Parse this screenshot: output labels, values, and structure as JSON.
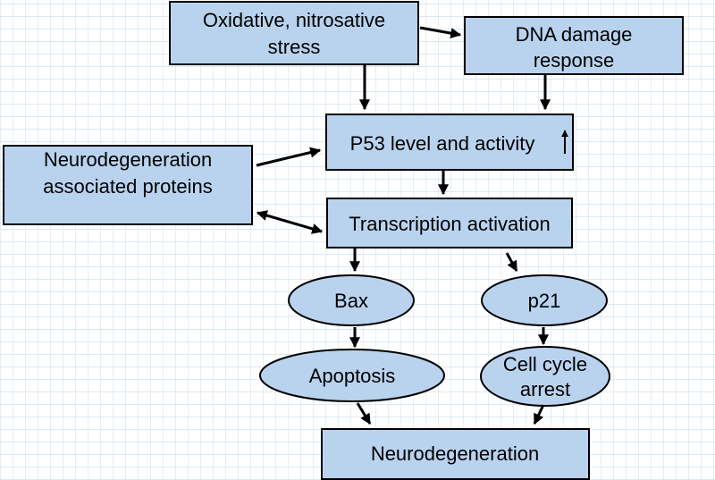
{
  "diagram": {
    "colors": {
      "fill": "#b9d3ef",
      "stroke": "#000000",
      "arrow": "#000000"
    },
    "nodes": {
      "oxidative_stress": {
        "lines": [
          "Oxidative, nitrosative",
          "stress"
        ],
        "shape": "rect"
      },
      "dna_damage": {
        "lines": [
          "DNA damage",
          "response"
        ],
        "shape": "rect"
      },
      "p53": {
        "lines": [
          "P53 level and activity"
        ],
        "shape": "rect",
        "indicator": "up-arrow"
      },
      "neuro_proteins": {
        "lines": [
          "Neurodegeneration",
          "associated proteins"
        ],
        "shape": "rect"
      },
      "transcription": {
        "lines": [
          "Transcription activation"
        ],
        "shape": "rect"
      },
      "bax": {
        "lines": [
          "Bax"
        ],
        "shape": "ellipse"
      },
      "p21": {
        "lines": [
          "p21"
        ],
        "shape": "ellipse"
      },
      "apoptosis": {
        "lines": [
          "Apoptosis"
        ],
        "shape": "ellipse"
      },
      "cell_cycle_arrest": {
        "lines": [
          "Cell cycle",
          "arrest"
        ],
        "shape": "ellipse"
      },
      "neurodegeneration": {
        "lines": [
          "Neurodegeneration"
        ],
        "shape": "rect"
      }
    },
    "edges": [
      {
        "from": "oxidative_stress",
        "to": "dna_damage",
        "direction": "forward"
      },
      {
        "from": "oxidative_stress",
        "to": "p53",
        "direction": "forward"
      },
      {
        "from": "dna_damage",
        "to": "p53",
        "direction": "forward"
      },
      {
        "from": "neuro_proteins",
        "to": "p53",
        "direction": "forward"
      },
      {
        "from": "p53",
        "to": "transcription",
        "direction": "forward"
      },
      {
        "from": "neuro_proteins",
        "to": "transcription",
        "direction": "both"
      },
      {
        "from": "transcription",
        "to": "bax",
        "direction": "forward"
      },
      {
        "from": "transcription",
        "to": "p21",
        "direction": "forward"
      },
      {
        "from": "bax",
        "to": "apoptosis",
        "direction": "forward"
      },
      {
        "from": "p21",
        "to": "cell_cycle_arrest",
        "direction": "forward"
      },
      {
        "from": "apoptosis",
        "to": "neurodegeneration",
        "direction": "forward"
      },
      {
        "from": "cell_cycle_arrest",
        "to": "neurodegeneration",
        "direction": "forward"
      }
    ]
  }
}
